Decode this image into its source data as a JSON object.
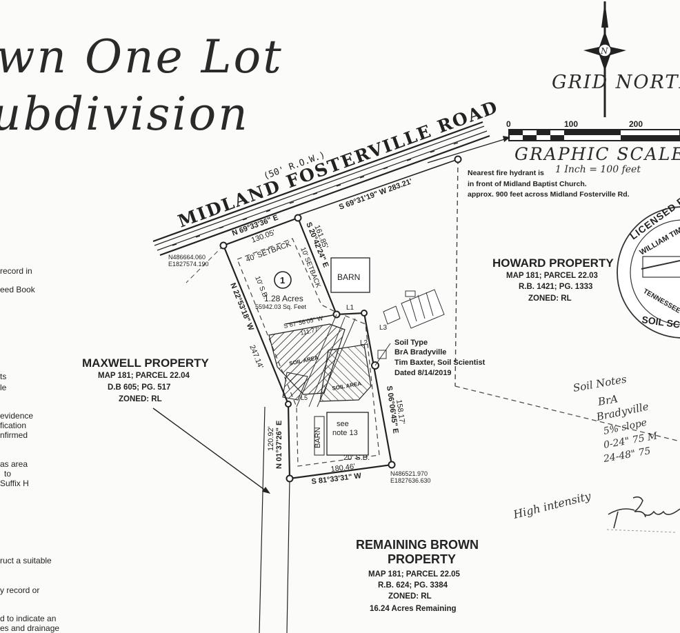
{
  "title": {
    "line1": "wn One Lot",
    "line2": "ubdivision"
  },
  "north_arrow": {
    "label": "GRID NORTH",
    "symbol": "N"
  },
  "graphic_scale": {
    "ticks": [
      "0",
      "100",
      "200"
    ],
    "label": "GRAPHIC SCALE",
    "ratio": "1 Inch = 100 feet"
  },
  "road": {
    "row": "(50' R.O.W.)",
    "name": "MIDLAND FOSTERVILLE ROAD"
  },
  "bearings": {
    "front_west": "N 69°33'36\" E",
    "front_west_dist": "130.05'",
    "front_east": "S 69°31'19\" W 283.21'",
    "east_short": "S 20°42'24\" E",
    "east_short_dist": "161.85'",
    "west_side": "N 22°53'18\" W",
    "west_side_dist": "247.14'",
    "inner": "S 67°56'05\" W",
    "inner_dist": "111.77'",
    "east_long": "S 06°06'45\" E",
    "east_long_dist": "158.17'",
    "south_west": "N 01°37'26\" E",
    "south_west_dist": "120.92'",
    "south": "S 81°33'31\" W",
    "south_dist": "180.46'"
  },
  "coords": {
    "nw": [
      "N486664.060",
      "E1827574.190"
    ],
    "se": [
      "N486521.970",
      "E1827636.630"
    ]
  },
  "setbacks": {
    "front": "40' SETBACK",
    "side_east": "10' SETBACK",
    "side_west": "10' S.B.",
    "rear": "20' S.B."
  },
  "lot": {
    "number": "1",
    "acres": "1.28 Acres",
    "sqft": "55942.03 Sq. Feet"
  },
  "structures": {
    "barn_north": "BARN",
    "barn_south": "BARN",
    "see_note": "see",
    "note": "note 13"
  },
  "line_tags": [
    "L1",
    "L2",
    "L3",
    "L5"
  ],
  "soil_areas": [
    "SOIL AREA",
    "SOIL AREA"
  ],
  "hydrant_note": [
    "Nearest fire hydrant is",
    "in front of Midland Baptist Church.",
    "approx. 900 feet across Midland Fosterville Rd."
  ],
  "soil_note": [
    "Soil Type",
    "BrA Bradyville",
    "Tim Baxter, Soil Scientist",
    "Dated 8/14/2019"
  ],
  "howard": {
    "name": "HOWARD PROPERTY",
    "map": "MAP 181; PARCEL 22.03",
    "book": "R.B. 1421; PG. 1333",
    "zoned": "ZONED: RL"
  },
  "maxwell": {
    "name": "MAXWELL PROPERTY",
    "map": "MAP 181; PARCEL 22.04",
    "book": "D.B 605; PG. 517",
    "zoned": "ZONED: RL"
  },
  "remaining": {
    "name1": "REMAINING BROWN",
    "name2": "PROPERTY",
    "map": "MAP 181; PARCEL 22.05",
    "book": "R.B. 624; PG. 3384",
    "zoned": "ZONED: RL",
    "acres": "16.24 Acres Remaining"
  },
  "seal": {
    "top": "LICENSED PROF",
    "name": "WILLIAM TIMOTH",
    "state": "TENNESSEE",
    "bottom": "SOIL SCI"
  },
  "left_notes": [
    "record in",
    "eed Book",
    "ts",
    "le",
    "evidence",
    "fication",
    "nfirmed",
    "as area",
    "to",
    "Suffix H",
    "ruct a suitable",
    "y record or",
    "d to indicate an",
    "es and drainage"
  ],
  "handwritten": {
    "soil_notes": "Soil Notes",
    "bra": "BrA",
    "bradyville": "Bradyville",
    "slope": "5% slope",
    "depth1": "0-24\" 75 M",
    "depth2": "24-48\" 75",
    "intensity": "High intensity",
    "initials": "T. Baxter"
  }
}
